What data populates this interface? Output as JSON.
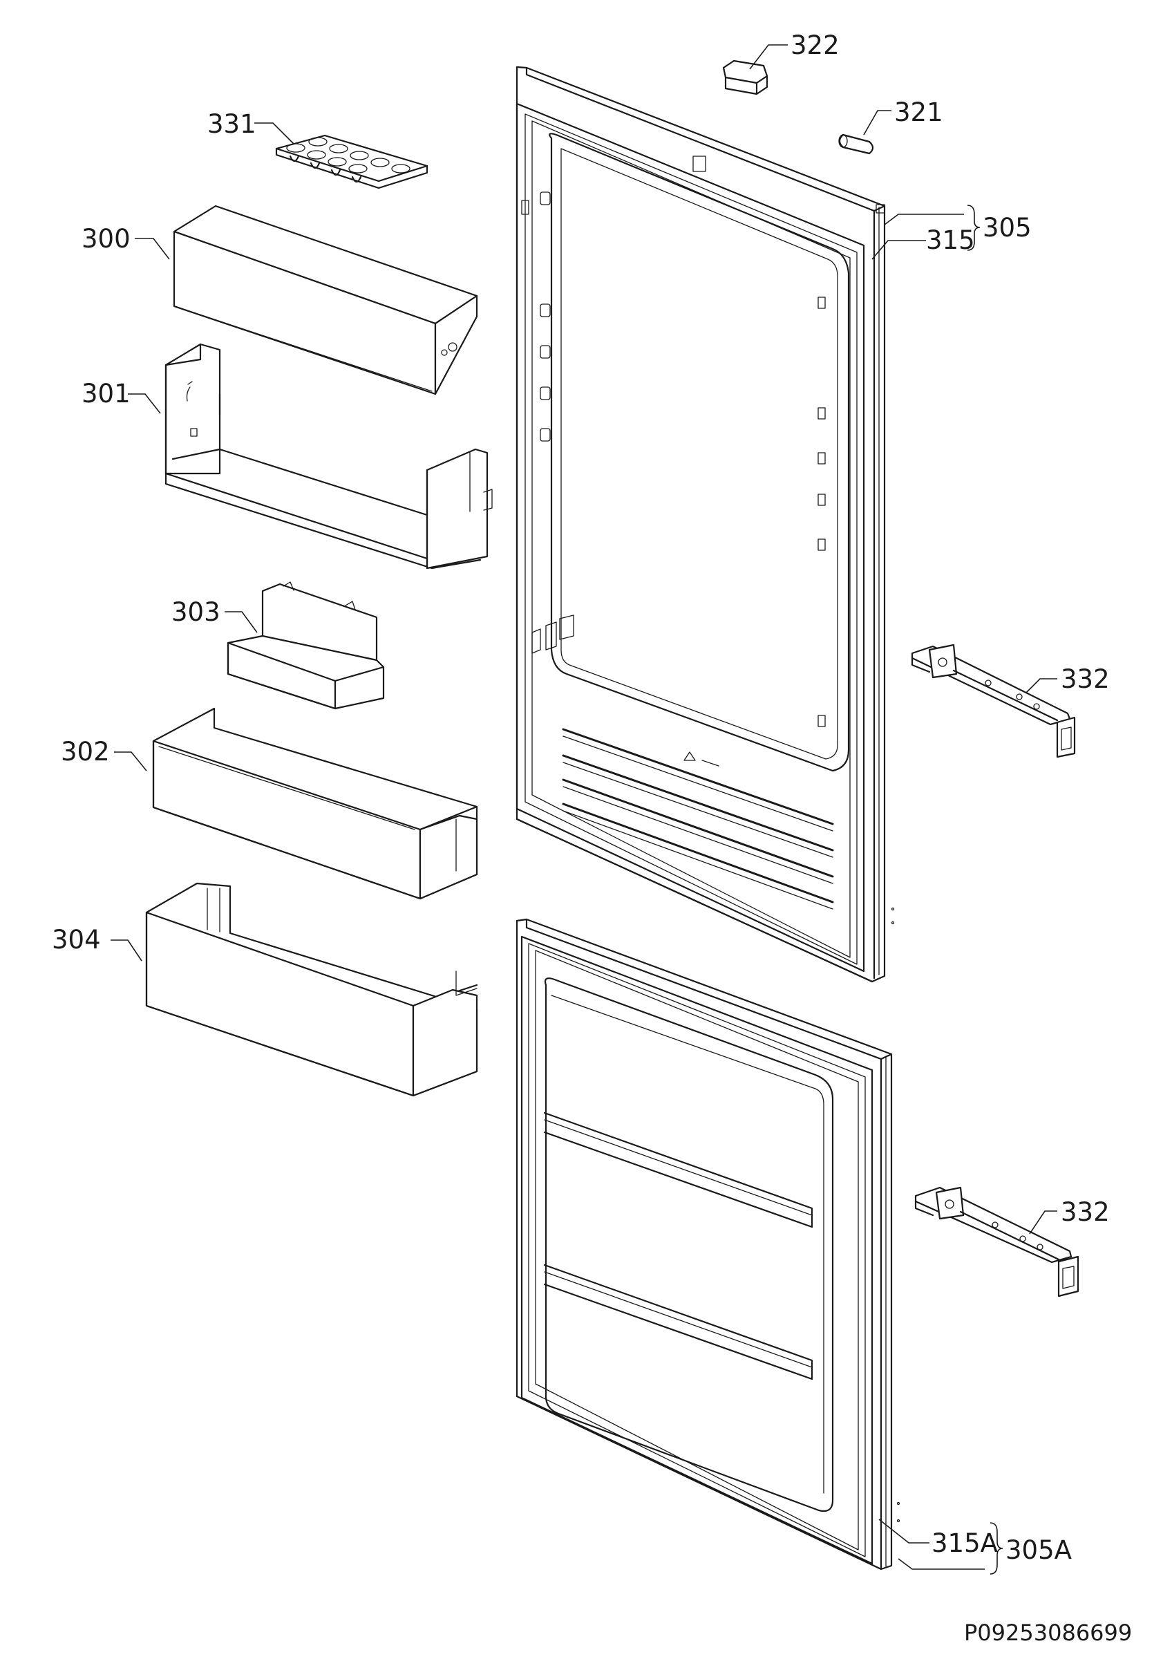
{
  "labels": {
    "p322": "322",
    "p321": "321",
    "p331": "331",
    "p300": "300",
    "p305": "305",
    "p315": "315",
    "p301": "301",
    "p303": "303",
    "p332_upper": "332",
    "p302": "302",
    "p304": "304",
    "p332_lower": "332",
    "p315A": "315A",
    "p305A": "305A"
  },
  "drawing_code": "P09253086699",
  "line_color": "#1a1a1a"
}
